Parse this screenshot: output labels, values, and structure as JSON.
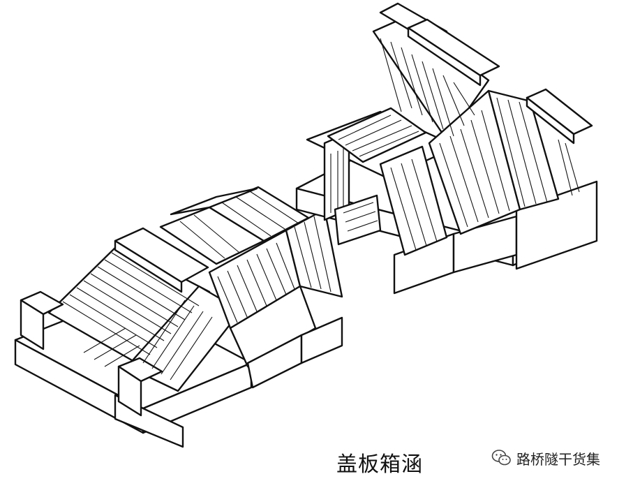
{
  "figure": {
    "caption": "盖板箱涵",
    "watermark": {
      "text": "路桥隧干货集",
      "icon": "wechat-icon"
    },
    "drawings": [
      {
        "name": "inlet-view",
        "icon": "culvert-inlet-drawing"
      },
      {
        "name": "outlet-view",
        "icon": "culvert-outlet-drawing"
      }
    ]
  }
}
